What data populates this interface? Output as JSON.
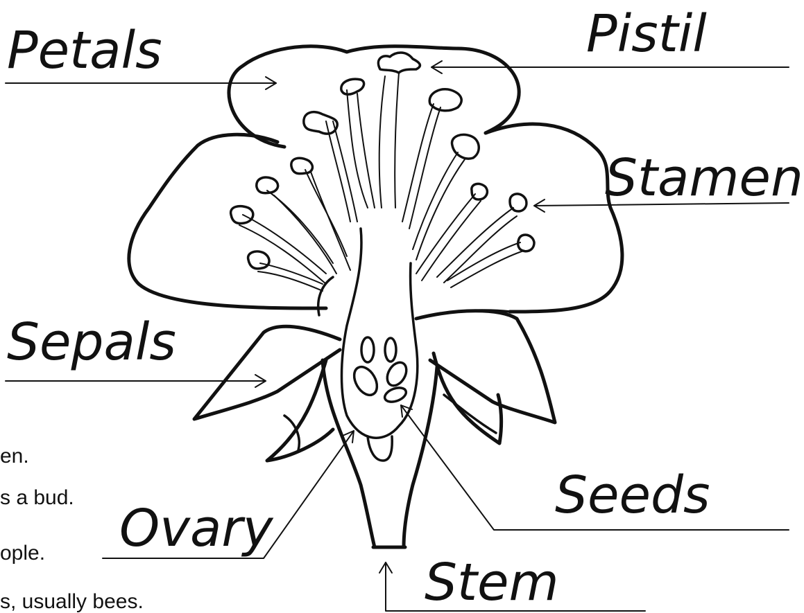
{
  "labels": {
    "petals": "Petals",
    "pistil": "Pistil",
    "stamen": "Stamen",
    "sepals": "Sepals",
    "seeds": "Seeds",
    "ovary": "Ovary",
    "stem": "Stem"
  },
  "text_fragments": [
    "en.",
    "s a bud.",
    "ople.",
    "s, usually bees."
  ]
}
